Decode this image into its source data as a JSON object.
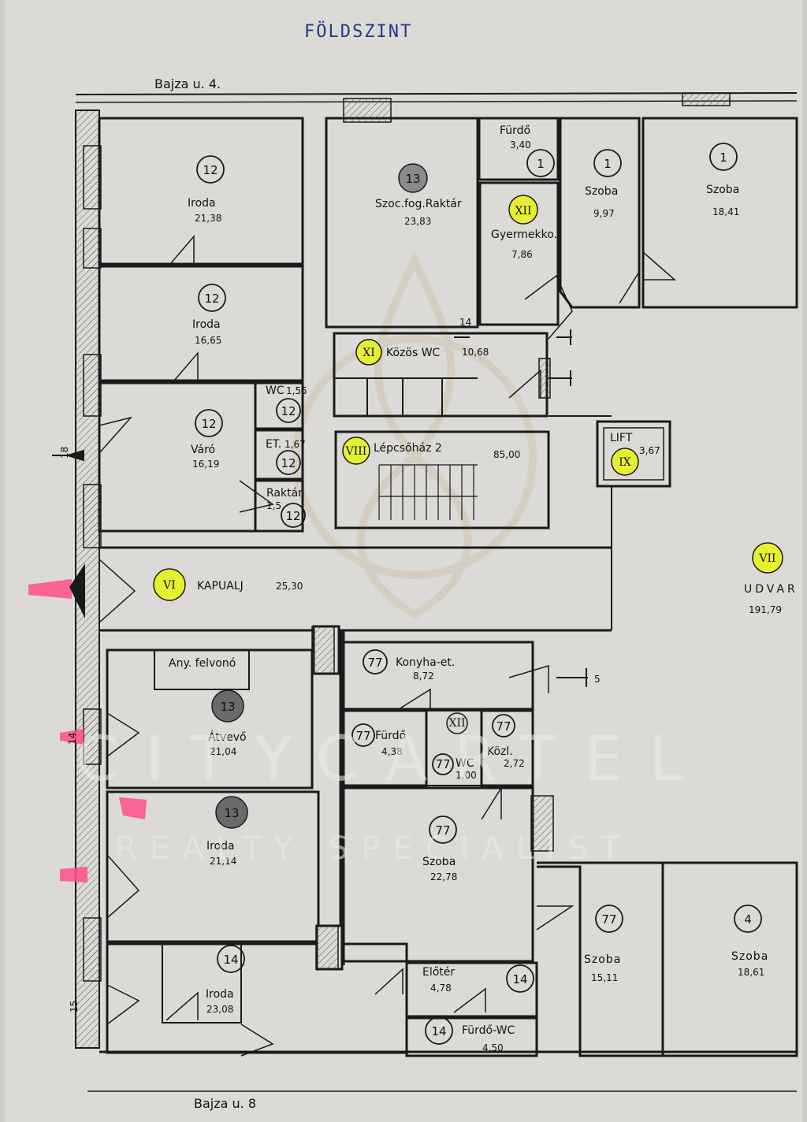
{
  "floor_title": "FÖLDSZINT",
  "street_top": "Bajza u. 4.",
  "street_bottom": "Bajza u. 8",
  "colors": {
    "paper": "#dcdad6",
    "line": "#1a1a1a",
    "highlight_yellow": "#e6f032",
    "highlight_pink": "#ff4f8a"
  },
  "rooms": [
    {
      "id": "r12a",
      "name": "Iroda",
      "area": "21,38",
      "unit": "12"
    },
    {
      "id": "r12b",
      "name": "Iroda",
      "area": "16,65",
      "unit": "12"
    },
    {
      "id": "r12c",
      "name": "Váró",
      "area": "16,19",
      "unit": "12"
    },
    {
      "id": "r12wc",
      "name": "WC",
      "area": "1,55",
      "unit": "12"
    },
    {
      "id": "r12et",
      "name": "ET.",
      "area": "1,67",
      "unit": "12"
    },
    {
      "id": "r12rak",
      "name": "Raktár",
      "area": "1,5",
      "unit": "12"
    },
    {
      "id": "r13a",
      "name": "Szoc.fog.Raktár",
      "area": "23,83",
      "unit": "13"
    },
    {
      "id": "r1furdo",
      "name": "Fürdő",
      "area": "3,40",
      "unit": "1"
    },
    {
      "id": "r1szoba1",
      "name": "Szoba",
      "area": "9,97",
      "unit": "1"
    },
    {
      "id": "r1szoba2",
      "name": "Szoba",
      "area": "18,41",
      "unit": "1"
    },
    {
      "id": "rXII",
      "name": "Gyermekko.",
      "area": "7,86",
      "unit": "XII"
    },
    {
      "id": "rXI",
      "name": "Közös WC",
      "area": "10,68",
      "unit": "XI"
    },
    {
      "id": "rVIII",
      "name": "Lépcsőház 2",
      "area": "85,00",
      "unit": "VIII"
    },
    {
      "id": "rIX",
      "name": "LIFT",
      "area": "3,67",
      "unit": "IX"
    },
    {
      "id": "rVI",
      "name": "KAPUALJ",
      "area": "25,30",
      "unit": "VI"
    },
    {
      "id": "rVII",
      "name": "UDVAR",
      "area": "191,79",
      "unit": "VII"
    },
    {
      "id": "rfelvono",
      "name": "Any. felvonó",
      "area": "",
      "unit": ""
    },
    {
      "id": "r13b",
      "name": "Átvevő",
      "area": "21,04",
      "unit": "13"
    },
    {
      "id": "r13c",
      "name": "Iroda",
      "area": "21,14",
      "unit": "13"
    },
    {
      "id": "r77konyha",
      "name": "Konyha-et.",
      "area": "8,72",
      "unit": "77"
    },
    {
      "id": "r77furdo",
      "name": "Fürdő",
      "area": "4,38",
      "unit": "77"
    },
    {
      "id": "r77kozl",
      "name": "Közl.",
      "area": "2,72",
      "unit": "77"
    },
    {
      "id": "r77wc",
      "name": "WC",
      "area": "1,00",
      "unit": "77"
    },
    {
      "id": "r77szoba1",
      "name": "Szoba",
      "area": "22,78",
      "unit": "77"
    },
    {
      "id": "r77szoba2",
      "name": "Szoba",
      "area": "15,11",
      "unit": "77"
    },
    {
      "id": "r4szoba",
      "name": "Szoba",
      "area": "18,61",
      "unit": "4"
    },
    {
      "id": "r14iroda",
      "name": "Iroda",
      "area": "23,08",
      "unit": "14"
    },
    {
      "id": "r14eloter",
      "name": "Előtér",
      "area": "4,78",
      "unit": "14"
    },
    {
      "id": "r14wc",
      "name": "Fürdő-WC",
      "area": "4,50",
      "unit": "14"
    }
  ],
  "markers": {
    "xii_small": "XII",
    "stair_count": "14",
    "level_18": "18",
    "level_14": "14",
    "level_15": "15",
    "dim_5": "5"
  },
  "watermark": {
    "brand": "CITYCARTEL",
    "tagline": "REALTY SPECIALIST"
  }
}
